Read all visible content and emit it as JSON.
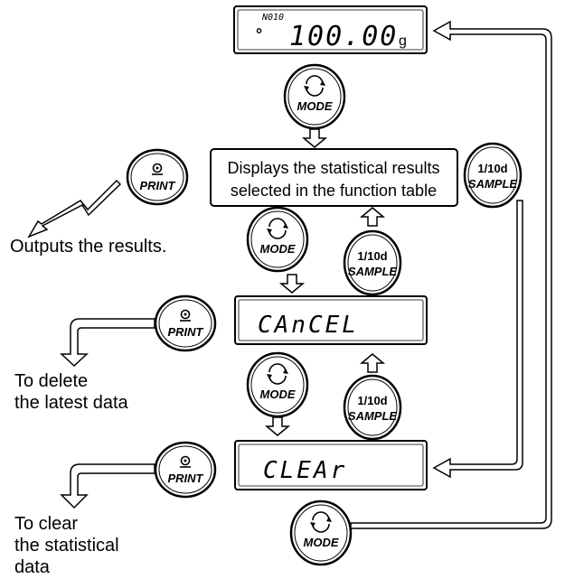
{
  "display_top": {
    "index": "N010",
    "value": "100.00",
    "unit": "g",
    "dot": "°"
  },
  "display_cancel": "CAnCEL",
  "display_clear": "CLEAr",
  "results_box": {
    "line1": "Displays the statistical results",
    "line2": "selected in the function table"
  },
  "keys": {
    "mode": "MODE",
    "print": "PRINT",
    "sample_top": "1/10d",
    "sample_bottom": "SAMPLE"
  },
  "captions": {
    "outputs": "Outputs the results.",
    "delete_1": "To delete",
    "delete_2": "the latest data",
    "clear_1": "To clear",
    "clear_2": "the statistical",
    "clear_3": "data"
  }
}
